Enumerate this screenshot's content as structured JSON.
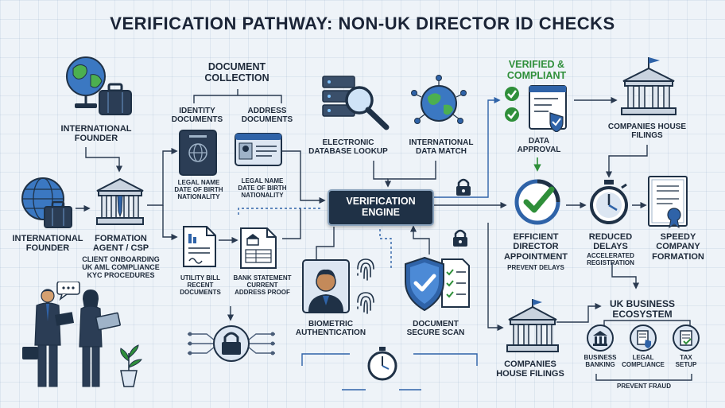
{
  "title": "VERIFICATION PATHWAY: NON-UK DIRECTOR ID CHECKS",
  "nodes": {
    "international_founder_top": [
      "INTERNATIONAL",
      "FOUNDER"
    ],
    "international_founder_mid": [
      "INTERNATIONAL",
      "FOUNDER"
    ],
    "formation_agent": {
      "title": [
        "FORMATION",
        "AGENT / CSP"
      ],
      "details": [
        "CLIENT ONBOARDING",
        "UK AML COMPLIANCE",
        "KYC PROCEDURES"
      ]
    },
    "document_collection": [
      "DOCUMENT",
      "COLLECTION"
    ],
    "identity_documents": {
      "title": [
        "IDENTITY",
        "DOCUMENTS"
      ],
      "details": [
        "LEGAL NAME",
        "DATE OF BIRTH",
        "NATIONALITY"
      ]
    },
    "address_documents": {
      "title": [
        "ADDRESS",
        "DOCUMENTS"
      ],
      "details": [
        "LEGAL NAME",
        "DATE OF BIRTH",
        "NATIONALITY"
      ]
    },
    "utility_bill": {
      "title": "UTILITY BILL",
      "details": [
        "RECENT",
        "DOCUMENTS"
      ]
    },
    "bank_statement": {
      "title": "BANK STATEMENT",
      "details": [
        "CURRENT",
        "ADDRESS PROOF"
      ]
    },
    "electronic_database_lookup": [
      "ELECTRONIC",
      "DATABASE LOOKUP"
    ],
    "international_data_match": [
      "INTERNATIONAL",
      "DATA MATCH"
    ],
    "verification_engine": [
      "VERIFICATION",
      "ENGINE"
    ],
    "biometric_authentication": [
      "BIOMETRIC",
      "AUTHENTICATION"
    ],
    "document_secure_scan": [
      "DOCUMENT",
      "SECURE SCAN"
    ],
    "verified_compliant": [
      "VERIFIED &",
      "COMPLIANT"
    ],
    "data_approval": [
      "DATA",
      "APPROVAL"
    ],
    "companies_house_filings_top": [
      "COMPANIES HOUSE",
      "FILINGS"
    ],
    "efficient_director_appointment": {
      "title": [
        "EFFICIENT",
        "DIRECTOR",
        "APPOINTMENT"
      ],
      "details": [
        "PREVENT DELAYS"
      ]
    },
    "reduced_delays": {
      "title": [
        "REDUCED",
        "DELAYS"
      ],
      "details": [
        "ACCELERATED",
        "REGISTRATION"
      ]
    },
    "speedy_company_formation": [
      "SPEEDY",
      "COMPANY",
      "FORMATION"
    ],
    "companies_house_filings_bottom": [
      "COMPANIES",
      "HOUSE FILINGS"
    ],
    "uk_business_ecosystem": [
      "UK BUSINESS",
      "ECOSYSTEM"
    ],
    "business_banking": [
      "BUSINESS",
      "BANKING"
    ],
    "legal_compliance": [
      "LEGAL",
      "COMPLIANCE"
    ],
    "tax_setup": [
      "TAX",
      "SETUP"
    ],
    "prevent_fraud": "PREVENT FRAUD"
  },
  "colors": {
    "navy": "#1f3146",
    "blue": "#2f63a8",
    "green": "#2f8f3a",
    "line": "#2a3a50"
  }
}
